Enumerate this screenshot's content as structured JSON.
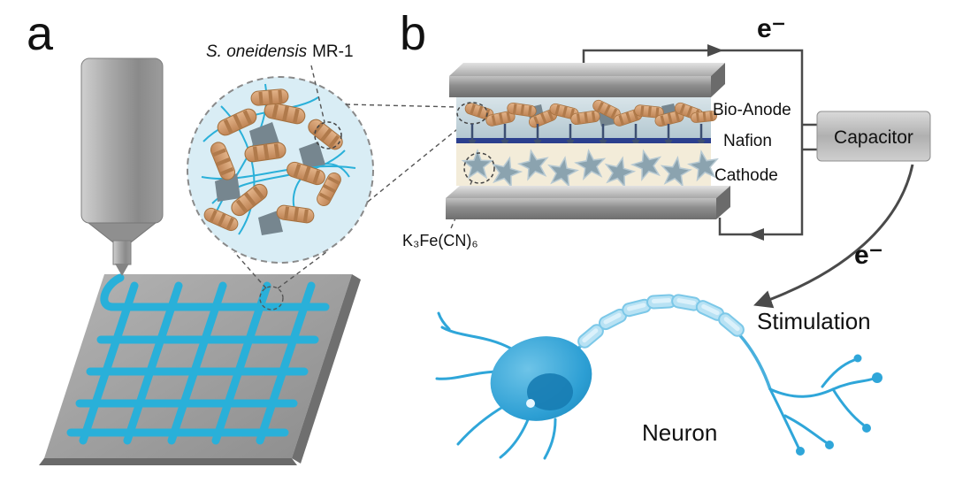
{
  "figure": {
    "panel_a": {
      "label": "a",
      "species_italic": "S. oneidensis",
      "species_regular": "MR-1"
    },
    "panel_b": {
      "label": "b",
      "electron_top": "e⁻",
      "electron_bottom": "e⁻",
      "layer_bio_anode": "Bio-Anode",
      "layer_nafion": "Nafion",
      "layer_cathode": "Cathode",
      "capacitor": "Capacitor",
      "catholyte": "K₃Fe(CN)₆",
      "stimulation": "Stimulation",
      "neuron": "Neuron"
    },
    "colors": {
      "print_blue": "#29b0d9",
      "bacteria_tan": "#d09a6a",
      "nafion_navy": "#2b3f8e",
      "cathode_cream": "#f3ecd9",
      "star_slate": "#8aa3ae",
      "neuron_blue": "#2d9fd4",
      "metal_gray": "#9a9a9a",
      "wire_gray": "#4a4a4a"
    }
  }
}
